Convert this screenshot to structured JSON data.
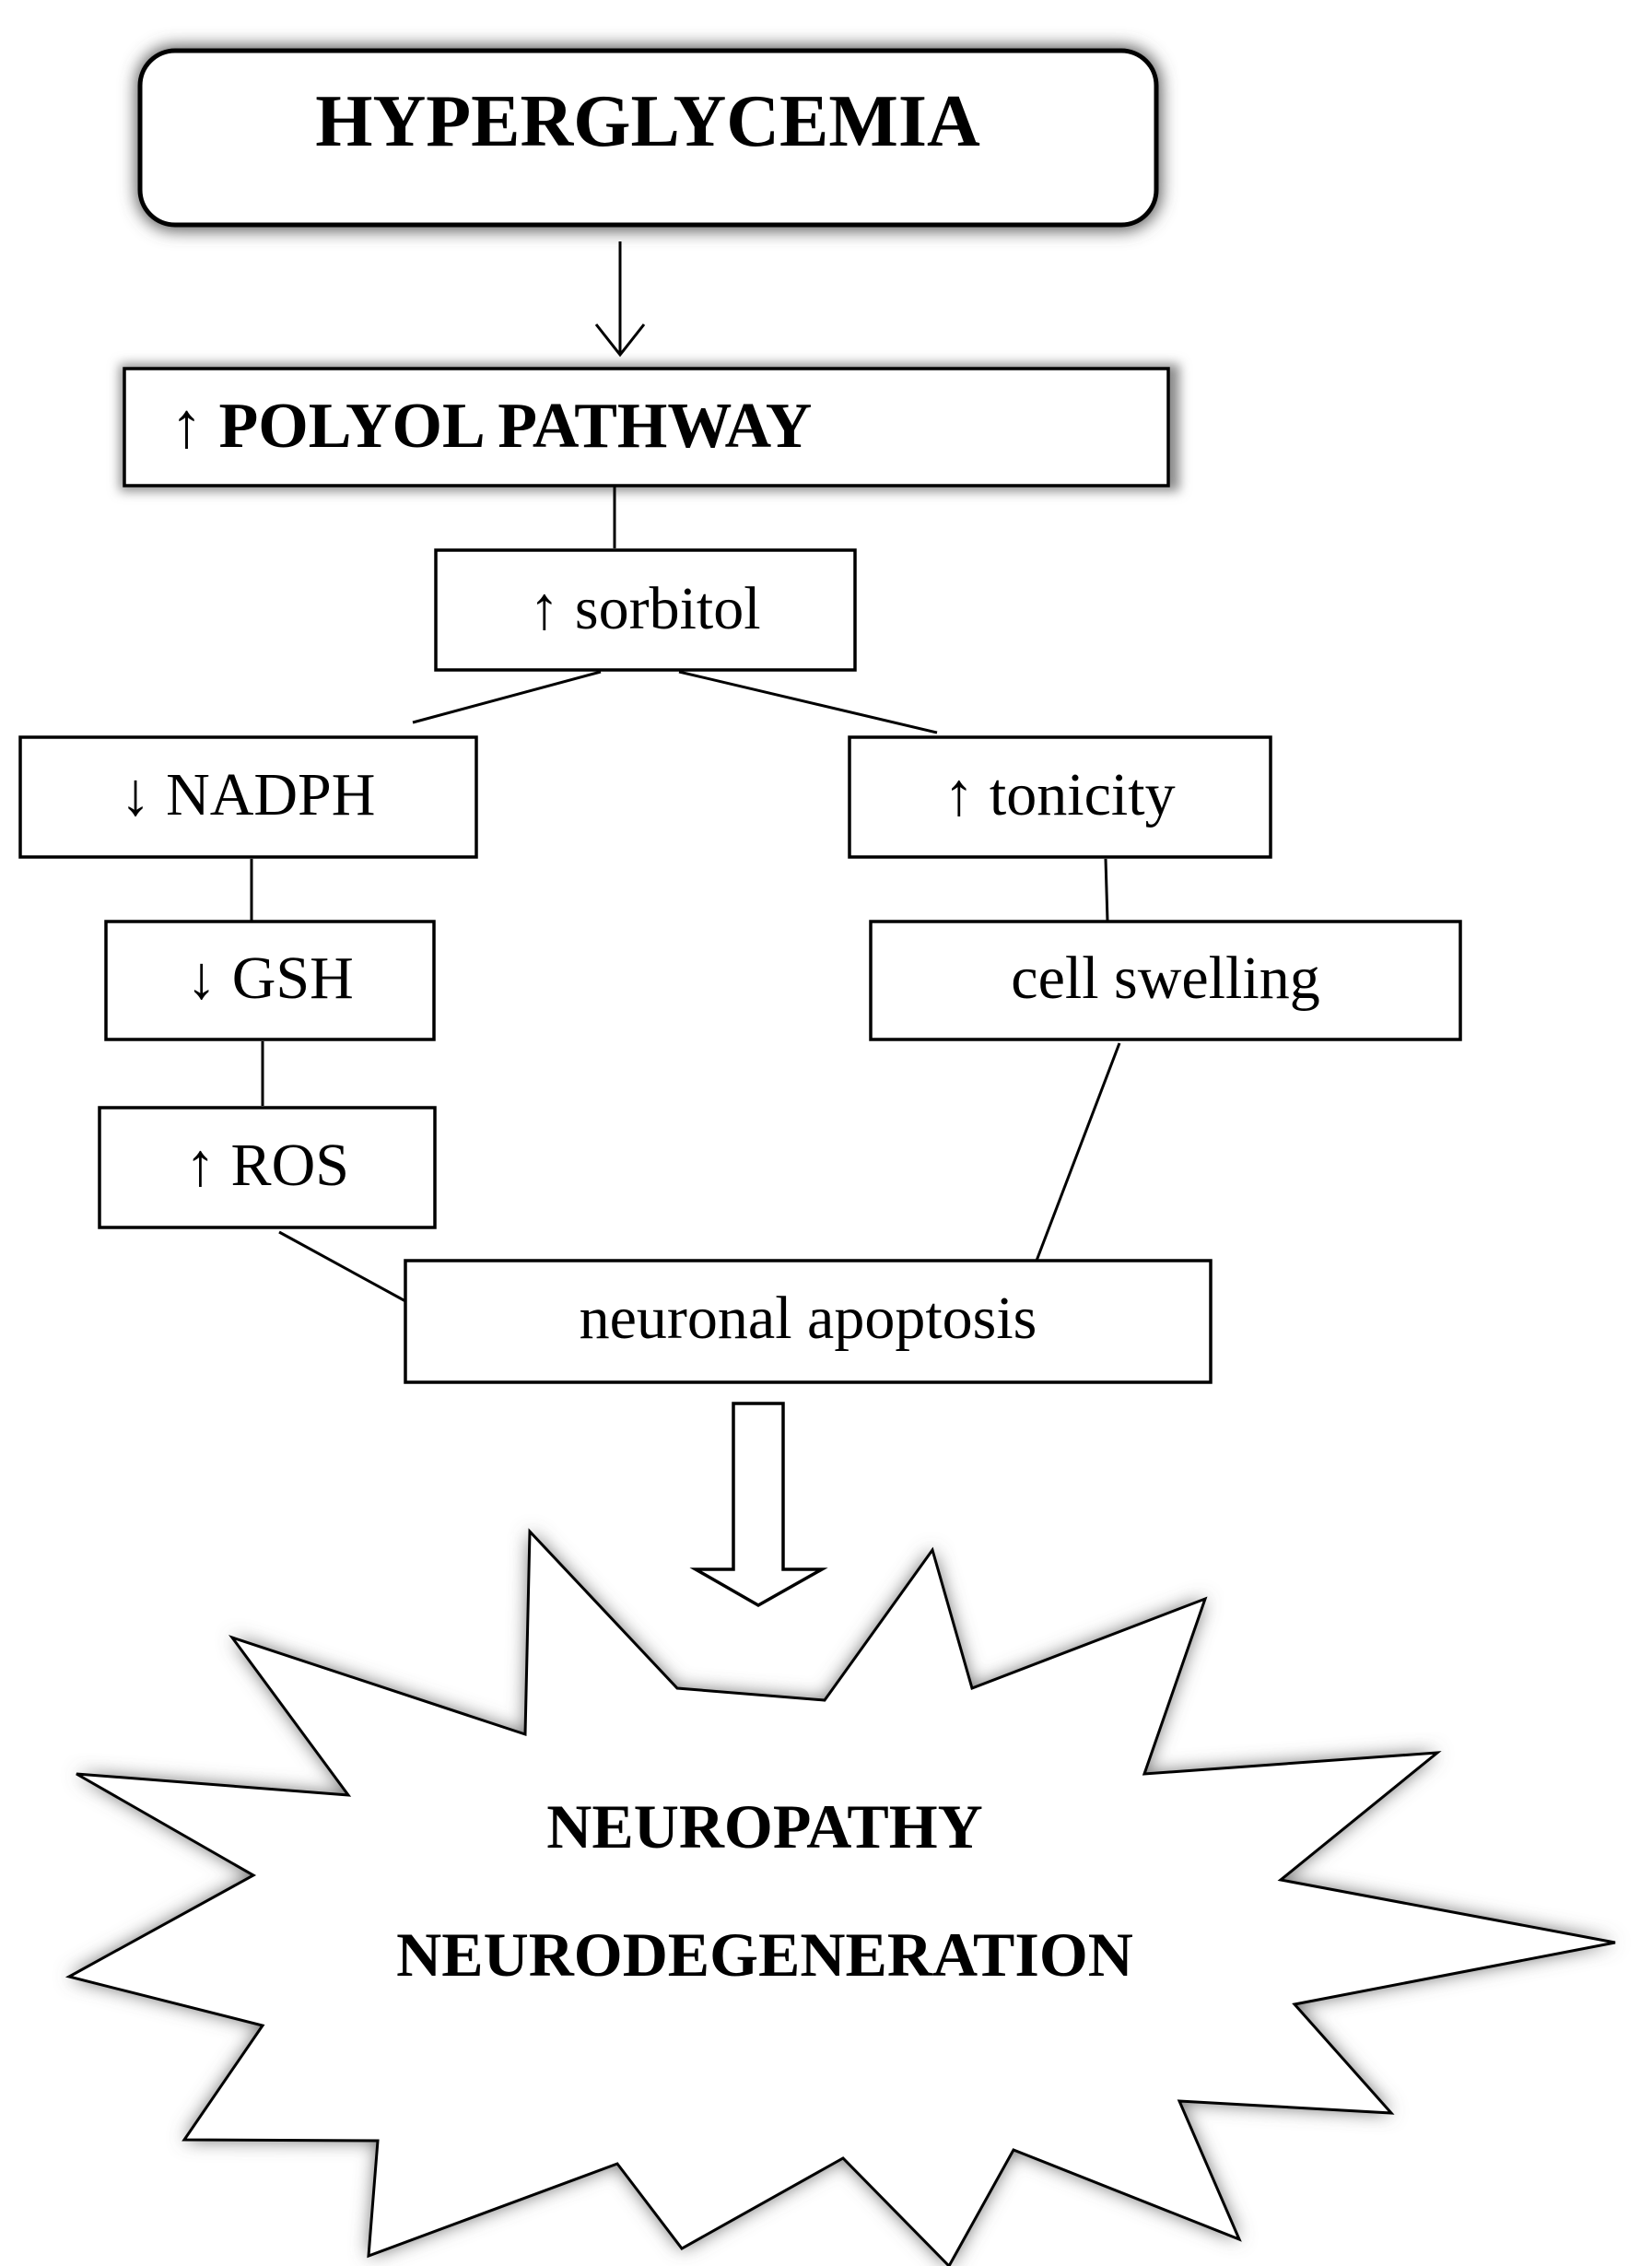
{
  "nodes": {
    "hyperglycemia": "HYPERGLYCEMIA",
    "polyol_pathway": "↑ POLYOL PATHWAY",
    "sorbitol": "↑ sorbitol",
    "nadph": "↓ NADPH",
    "tonicity": "↑ tonicity",
    "gsh": "↓ GSH",
    "cell_swelling": "cell swelling",
    "ros": "↑ ROS",
    "neuronal_apoptosis": "neuronal apoptosis",
    "neuropathy": "NEUROPATHY",
    "neurodegeneration": "NEURODEGENERATION"
  },
  "colors": {
    "line": "#000000",
    "fill": "#ffffff",
    "shadow": "#8a8a8a"
  }
}
